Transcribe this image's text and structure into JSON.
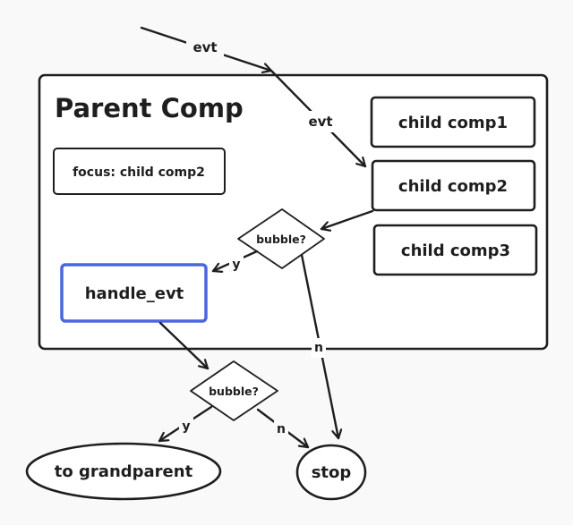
{
  "parent": {
    "title": "Parent Comp",
    "focus_label": "focus: child comp2"
  },
  "children": {
    "child1": "child comp1",
    "child2": "child comp2",
    "child3": "child comp3"
  },
  "handler": {
    "label": "handle_evt",
    "highlight_color": "#4a66e0"
  },
  "decisions": {
    "inner": "bubble?",
    "outer": "bubble?"
  },
  "terminals": {
    "grandparent": "to grandparent",
    "stop": "stop"
  },
  "edges": {
    "evt_outer": "evt",
    "evt_inner": "evt",
    "inner_yes": "y",
    "inner_no": "n",
    "outer_yes": "y",
    "outer_no": "n"
  }
}
